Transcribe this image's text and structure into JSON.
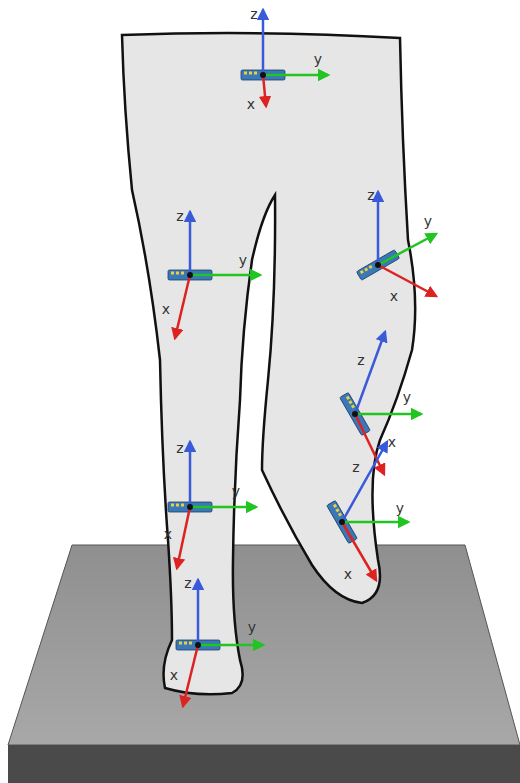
{
  "diagram": {
    "labels": [
      "z",
      "y",
      "x",
      "z",
      "y",
      "x",
      "z",
      "y",
      "x",
      "z",
      "y",
      "x",
      "z",
      "y",
      "x",
      "z",
      "y",
      "x",
      "z",
      "y",
      "x"
    ]
  }
}
